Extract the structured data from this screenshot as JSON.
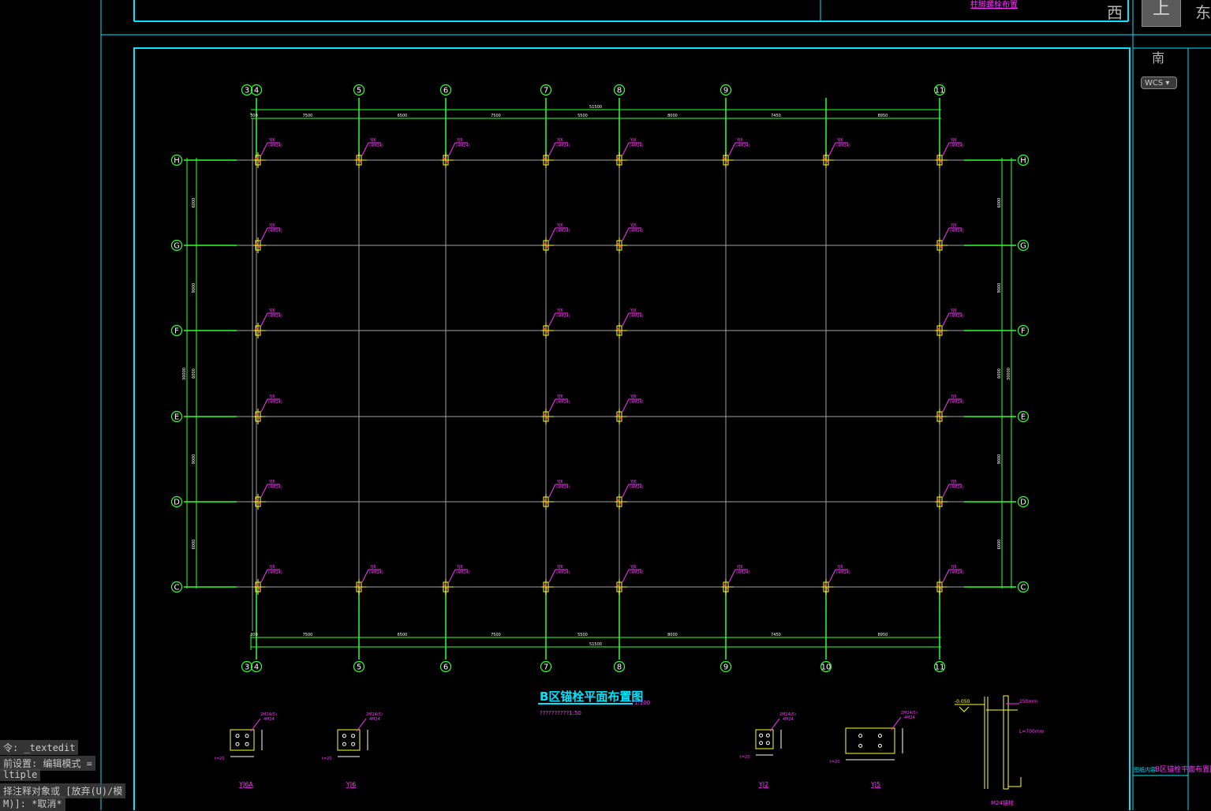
{
  "drawing": {
    "title": "B区锚栓平面布置图",
    "title_scale": "1:100",
    "subtitle": "??????????1:50",
    "top_right_label": "柱脚螺栓布置",
    "side_title_label": "图纸内容",
    "side_title": "B区锚栓平面布置图",
    "colors": {
      "frame": "#00e5ff",
      "grid": "#a0a0a0",
      "dim": "#33ff33",
      "magenta": "#ff33ff",
      "yellow": "#ffff33",
      "red": "#ff3333"
    },
    "top_axes": [
      "3",
      "4",
      "5",
      "6",
      "7",
      "8",
      "9",
      "11"
    ],
    "bottom_axes": [
      "3",
      "4",
      "5",
      "6",
      "7",
      "8",
      "9",
      "10",
      "11"
    ],
    "rows": [
      "H",
      "G",
      "F",
      "E",
      "D",
      "C"
    ],
    "top_dims": [
      "300",
      "7500",
      "6500",
      "7500",
      "5500",
      "8000",
      "7450",
      "8950"
    ],
    "top_total": "51500",
    "bottom_dims": [
      "300",
      "7500",
      "6500",
      "7500",
      "5500",
      "8000",
      "7450",
      "8950"
    ],
    "bottom_total": "51500",
    "left_dims": [
      "6000",
      "9000",
      "6000",
      "9000",
      "6000"
    ],
    "left_total": "30000",
    "right_dims": [
      "6000",
      "9000",
      "6000",
      "9000",
      "6000"
    ],
    "right_total": "30000",
    "bolt_tag": "YJ6",
    "bolt_spec": "(4M24)",
    "details": [
      {
        "name": "YJ6A",
        "spec1": "2M24(5)",
        "spec2": "4M24",
        "t": "t=20"
      },
      {
        "name": "YJ6",
        "spec1": "2M24(5)",
        "spec2": "4M24",
        "t": "t=20"
      },
      {
        "name": "YJ2",
        "spec1": "2M24(5)",
        "spec2": "4M24",
        "t": "t=20"
      },
      {
        "name": "YJ5",
        "spec1": "2M24(5)",
        "spec2": "4M24",
        "t": "t=20"
      }
    ],
    "section": {
      "name": "M24锚栓",
      "elev": "-0.050",
      "note1": "250mm",
      "note2": "L=700mm"
    }
  },
  "command_line": {
    "line1": "令: _textedit",
    "line2": "前设置: 编辑模式 = ",
    "line3": "ltiple",
    "line4": "择注释对象或 [放弃(U)/模",
    "line5": "M)]: *取消*"
  },
  "view_cube": {
    "west": "西",
    "east": "东",
    "south": "南",
    "top": "上",
    "wcs": "WCS"
  }
}
